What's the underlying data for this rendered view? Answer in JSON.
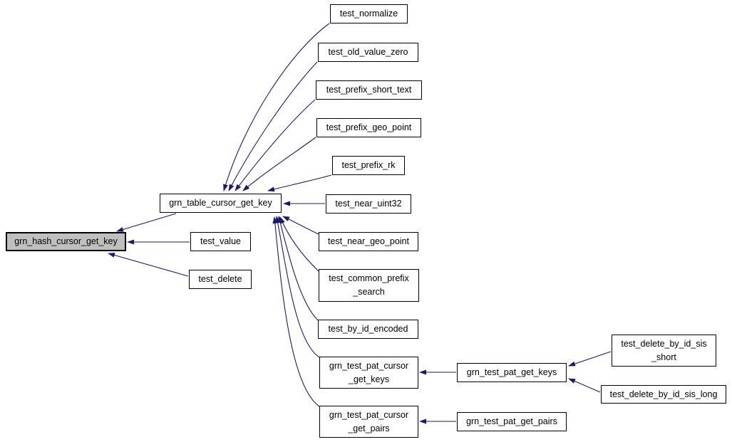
{
  "diagram": {
    "type": "call-graph",
    "focus_node": "grn_hash_cursor_get_key",
    "colors": {
      "edge": "#191970",
      "node_fill": "#ffffff",
      "focus_fill": "#bfbfbf",
      "node_border": "#000000",
      "text": "#000000",
      "background": "#ffffff"
    },
    "nodes": {
      "hash": {
        "label": "grn_hash_cursor_get_key"
      },
      "table": {
        "label": "grn_table_cursor_get_key"
      },
      "normalize": {
        "label": "test_normalize"
      },
      "old_value_zero": {
        "label": "test_old_value_zero"
      },
      "prefix_short_text": {
        "label": "test_prefix_short_text"
      },
      "prefix_geo_point": {
        "label": "test_prefix_geo_point"
      },
      "prefix_rk": {
        "label": "test_prefix_rk"
      },
      "near_uint32": {
        "label": "test_near_uint32"
      },
      "near_geo_point": {
        "label": "test_near_geo_point"
      },
      "common_prefix_search": {
        "label": "test_common_prefix\n_search"
      },
      "by_id_encoded": {
        "label": "test_by_id_encoded"
      },
      "pat_cursor_get_keys": {
        "label": "grn_test_pat_cursor\n_get_keys"
      },
      "pat_cursor_get_pairs": {
        "label": "grn_test_pat_cursor\n_get_pairs"
      },
      "value": {
        "label": "test_value"
      },
      "delete": {
        "label": "test_delete"
      },
      "pat_get_keys": {
        "label": "grn_test_pat_get_keys"
      },
      "pat_get_pairs": {
        "label": "grn_test_pat_get_pairs"
      },
      "delete_by_id_sis_short": {
        "label": "test_delete_by_id_sis\n_short"
      },
      "delete_by_id_sis_long": {
        "label": "test_delete_by_id_sis_long"
      }
    },
    "edges": [
      {
        "from": "grn_table_cursor_get_key",
        "to": "grn_hash_cursor_get_key"
      },
      {
        "from": "test_value",
        "to": "grn_hash_cursor_get_key"
      },
      {
        "from": "test_delete",
        "to": "grn_hash_cursor_get_key"
      },
      {
        "from": "test_normalize",
        "to": "grn_table_cursor_get_key"
      },
      {
        "from": "test_old_value_zero",
        "to": "grn_table_cursor_get_key"
      },
      {
        "from": "test_prefix_short_text",
        "to": "grn_table_cursor_get_key"
      },
      {
        "from": "test_prefix_geo_point",
        "to": "grn_table_cursor_get_key"
      },
      {
        "from": "test_prefix_rk",
        "to": "grn_table_cursor_get_key"
      },
      {
        "from": "test_near_uint32",
        "to": "grn_table_cursor_get_key"
      },
      {
        "from": "test_near_geo_point",
        "to": "grn_table_cursor_get_key"
      },
      {
        "from": "test_common_prefix_search",
        "to": "grn_table_cursor_get_key"
      },
      {
        "from": "test_by_id_encoded",
        "to": "grn_table_cursor_get_key"
      },
      {
        "from": "grn_test_pat_cursor_get_keys",
        "to": "grn_table_cursor_get_key"
      },
      {
        "from": "grn_test_pat_cursor_get_pairs",
        "to": "grn_table_cursor_get_key"
      },
      {
        "from": "grn_test_pat_get_keys",
        "to": "grn_test_pat_cursor_get_keys"
      },
      {
        "from": "grn_test_pat_get_pairs",
        "to": "grn_test_pat_cursor_get_pairs"
      },
      {
        "from": "test_delete_by_id_sis_short",
        "to": "grn_test_pat_get_keys"
      },
      {
        "from": "test_delete_by_id_sis_long",
        "to": "grn_test_pat_get_keys"
      }
    ]
  }
}
